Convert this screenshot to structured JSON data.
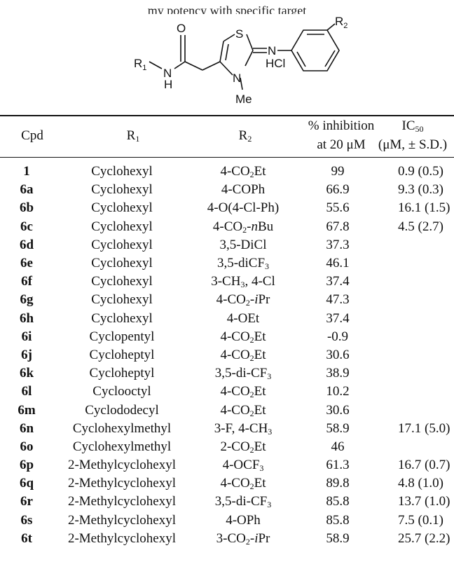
{
  "caption": "my potency with specific target",
  "scaffold": {
    "atoms": {
      "r1": "R1",
      "n_amide": "N",
      "h_amide": "H",
      "o": "O",
      "s": "S",
      "n_ring": "N",
      "me": "Me",
      "n_exo": "N",
      "hcl": "HCl",
      "r2": "R2"
    }
  },
  "headers": {
    "cpd": "Cpd",
    "r1": "R1",
    "r2": "R2",
    "inhibition_line1": "% inhibition",
    "inhibition_line2": "at 20 μM",
    "ic50_line1": "IC50",
    "ic50_line2": "(μM, ± S.D.)"
  },
  "rows": [
    {
      "cpd": "1",
      "r1": "Cyclohexyl",
      "r2": "4-CO2Et",
      "inh": "99",
      "ic50": "0.9 (0.5)"
    },
    {
      "cpd": "6a",
      "r1": "Cyclohexyl",
      "r2": "4-COPh",
      "inh": "66.9",
      "ic50": "9.3 (0.3)"
    },
    {
      "cpd": "6b",
      "r1": "Cyclohexyl",
      "r2": "4-O(4-Cl-Ph)",
      "inh": "55.6",
      "ic50": "16.1 (1.5)"
    },
    {
      "cpd": "6c",
      "r1": "Cyclohexyl",
      "r2": "4-CO2-nBu",
      "inh": "67.8",
      "ic50": "4.5 (2.7)"
    },
    {
      "cpd": "6d",
      "r1": "Cyclohexyl",
      "r2": "3,5-DiCl",
      "inh": "37.3",
      "ic50": ""
    },
    {
      "cpd": "6e",
      "r1": "Cyclohexyl",
      "r2": "3,5-diCF3",
      "inh": "46.1",
      "ic50": ""
    },
    {
      "cpd": "6f",
      "r1": "Cyclohexyl",
      "r2": "3-CH3, 4-Cl",
      "inh": "37.4",
      "ic50": ""
    },
    {
      "cpd": "6g",
      "r1": "Cyclohexyl",
      "r2": "4-CO2-iPr",
      "inh": "47.3",
      "ic50": ""
    },
    {
      "cpd": "6h",
      "r1": "Cyclohexyl",
      "r2": "4-OEt",
      "inh": "37.4",
      "ic50": ""
    },
    {
      "cpd": "6i",
      "r1": "Cyclopentyl",
      "r2": "4-CO2Et",
      "inh": "-0.9",
      "ic50": ""
    },
    {
      "cpd": "6j",
      "r1": "Cycloheptyl",
      "r2": "4-CO2Et",
      "inh": "30.6",
      "ic50": ""
    },
    {
      "cpd": "6k",
      "r1": "Cycloheptyl",
      "r2": "3,5-di-CF3",
      "inh": "38.9",
      "ic50": ""
    },
    {
      "cpd": "6l",
      "r1": "Cyclooctyl",
      "r2": "4-CO2Et",
      "inh": "10.2",
      "ic50": ""
    },
    {
      "cpd": "6m",
      "r1": "Cyclododecyl",
      "r2": "4-CO2Et",
      "inh": "30.6",
      "ic50": ""
    },
    {
      "cpd": "6n",
      "r1": "Cyclohexylmethyl",
      "r2": "3-F, 4-CH3",
      "inh": "58.9",
      "ic50": "17.1 (5.0)"
    },
    {
      "cpd": "6o",
      "r1": "Cyclohexylmethyl",
      "r2": "2-CO2Et",
      "inh": "46",
      "ic50": ""
    },
    {
      "cpd": "6p",
      "r1": "2-Methylcyclohexyl",
      "r2": "4-OCF3",
      "inh": "61.3",
      "ic50": "16.7 (0.7)"
    },
    {
      "cpd": "6q",
      "r1": "2-Methylcyclohexyl",
      "r2": "4-CO2Et",
      "inh": "89.8",
      "ic50": "4.8 (1.0)"
    },
    {
      "cpd": "6r",
      "r1": "2-Methylcyclohexyl",
      "r2": "3,5-di-CF3",
      "inh": "85.8",
      "ic50": "13.7 (1.0)"
    },
    {
      "cpd": "6s",
      "r1": "2-Methylcyclohexyl",
      "r2": "4-OPh",
      "inh": "85.8",
      "ic50": "7.5 (0.1)"
    },
    {
      "cpd": "6t",
      "r1": "2-Methylcyclohexyl",
      "r2": "3-CO2-iPr",
      "inh": "58.9",
      "ic50": "25.7 (2.2)"
    }
  ]
}
